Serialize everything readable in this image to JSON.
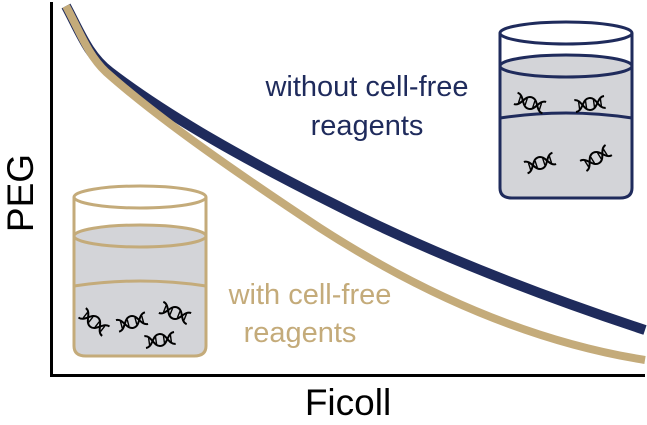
{
  "axes": {
    "xlabel": "Ficoll",
    "ylabel": "PEG"
  },
  "annotations": {
    "without_line1": "without cell-free",
    "without_line2": "reagents",
    "with_line1": "with cell-free",
    "with_line2": "reagents"
  },
  "colors": {
    "without": "#1f2b5c",
    "with": "#c4ab7a",
    "liquid": "#d3d4d8",
    "axis": "#000000"
  },
  "icons": {
    "dna": "dna-helix-icon",
    "beaker": "beaker-icon"
  }
}
